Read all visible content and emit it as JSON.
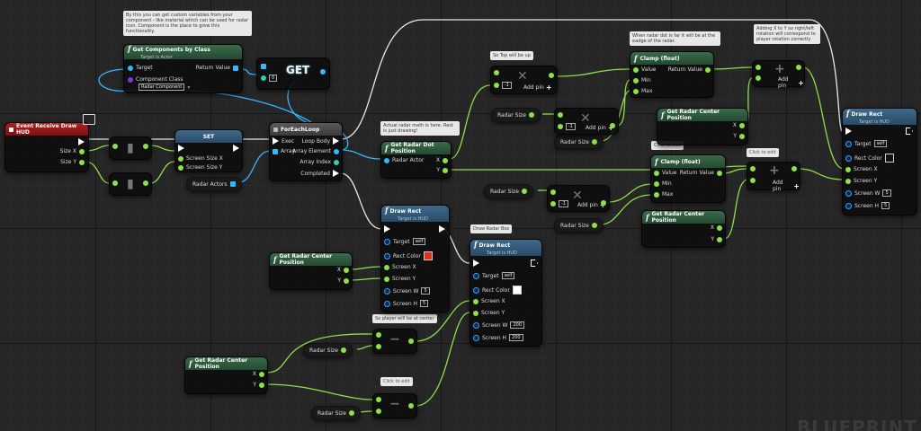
{
  "comments": {
    "get_components": "By this you can get custom variables from your component - like material which can be used for radar icon. Component is the place to grow this functionality.",
    "top": "So Top will be up",
    "clamp_edge": "When radar dot is far it will be at the eadge of the radar.",
    "adding_xy": "Adding X to Y so right/left rotation will correspond to player rotation correctly",
    "actual_math": "Actual radar math is here. Rest is just drawing!",
    "click_edit_1": "Click to edit",
    "click_edit_2": "Click to edit",
    "click_edit_3": "Click to edit",
    "draw_radar_box": "Draw Radar Box",
    "player_center": "So player will be at center"
  },
  "nodes": {
    "event_draw_hud": {
      "title": "Event Receive Draw HUD",
      "size_x": "Size X",
      "size_y": "Size Y"
    },
    "get_components": {
      "title": "Get Components by Class",
      "subtitle": "Target is Actor",
      "target": "Target",
      "component_class": "Component Class",
      "component_value": "Radar Component",
      "return_value": "Return Value"
    },
    "get_array": {
      "title": "GET",
      "index": "0"
    },
    "set": {
      "title": "SET",
      "screen_size_x": "Screen Size X",
      "screen_size_y": "Screen Size Y"
    },
    "radar_actors": "Radar Actors",
    "foreach": {
      "title": "ForEachLoop",
      "exec": "Exec",
      "array": "Array",
      "loop_body": "Loop Body",
      "array_element": "Array Element",
      "array_index": "Array Index",
      "completed": "Completed"
    },
    "get_radar_dot": {
      "title": "Get Radar Dot Position",
      "radar_actor": "Radar Actor",
      "x": "X",
      "y": "Y"
    },
    "mult_top": {
      "value": "-1",
      "add_pin": "Add pin"
    },
    "clamp1": {
      "title": "Clamp (float)",
      "value": "Value",
      "min": "Min",
      "max": "Max",
      "return_value": "Return Value"
    },
    "clamp2": {
      "title": "Clamp (float)",
      "value": "Value",
      "min": "Min",
      "max": "Max",
      "return_value": "Return Value"
    },
    "add1": {
      "add_pin": "Add pin"
    },
    "add2": {
      "add_pin": "Add pin"
    },
    "radar_size": "Radar Size",
    "mult1": {
      "value": "-1",
      "add_pin": "Add pin"
    },
    "mult2": {
      "value": "-1",
      "add_pin": "Add pin"
    },
    "grcp1": {
      "title": "Get Radar Center Position",
      "x": "X",
      "y": "Y"
    },
    "grcp2": {
      "title": "Get Radar Center Position",
      "x": "X",
      "y": "Y"
    },
    "grcp3": {
      "title": "Get Radar Center Position",
      "x": "X",
      "y": "Y"
    },
    "grcp4": {
      "title": "Get Radar Center Position",
      "x": "X",
      "y": "Y"
    },
    "draw_rect_dot": {
      "title": "Draw Rect",
      "subtitle": "Target is HUD",
      "target": "Target",
      "self": "self",
      "rect_color": "Rect Color",
      "screen_x": "Screen X",
      "screen_y": "Screen Y",
      "screen_w": "Screen W",
      "screen_w_value": "5",
      "screen_h": "Screen H",
      "screen_h_value": "5",
      "color": "#111111"
    },
    "draw_rect_red": {
      "title": "Draw Rect",
      "subtitle": "Target is HUD",
      "target": "Target",
      "self": "self",
      "rect_color": "Rect Color",
      "screen_x": "Screen X",
      "screen_y": "Screen Y",
      "screen_w": "Screen W",
      "screen_w_value": "5",
      "screen_h": "Screen H",
      "screen_h_value": "5",
      "color": "#e0301e"
    },
    "draw_rect_box": {
      "title": "Draw Rect",
      "subtitle": "Target is HUD",
      "target": "Target",
      "self": "self",
      "rect_color": "Rect Color",
      "screen_x": "Screen X",
      "screen_y": "Screen Y",
      "screen_w": "Screen W",
      "screen_w_value": "200",
      "screen_h": "Screen H",
      "screen_h_value": "200",
      "color": "#ffffff"
    }
  },
  "watermark": "BLUEPRINT",
  "colors": {
    "float_pin": "#8de04a",
    "object_pin": "#36b6ff",
    "exec_pin": "#ffffff",
    "event_header": "#b32020",
    "function_header": "#3d6a8c"
  }
}
